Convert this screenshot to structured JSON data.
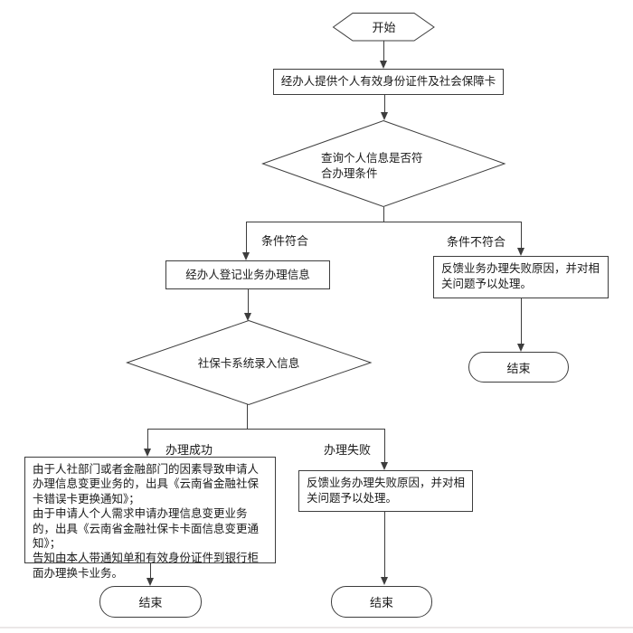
{
  "nodes": {
    "start": {
      "label": "开始"
    },
    "provide_documents": {
      "label": "经办人提供个人有效身份证件及社会保障卡"
    },
    "check_info": {
      "label": "查询个人信息是否符合办理条件"
    },
    "register_info": {
      "label": "经办人登记业务办理信息"
    },
    "feedback_condition": {
      "label": "反馈业务办理失败原因，并对相关问题予以处理。"
    },
    "end_condition": {
      "label": "结束"
    },
    "card_system_entry": {
      "label": "社保卡系统录入信息"
    },
    "success_notice": {
      "line1": "由于人社部门或者金融部门的因素导致申请人办理信息变更业务的，出具《云南省金融社保卡错误卡更换通知》；",
      "line2": "由于申请人个人需求申请办理信息变更业务的，出具《云南省金融社保卡卡面信息变更通知》；",
      "line3": "告知由本人带通知单和有效身份证件到银行柜面办理换卡业务。"
    },
    "feedback_failure": {
      "label": "反馈业务办理失败原因，并对相关问题予以处理。"
    },
    "end_success": {
      "label": "结束"
    },
    "end_failure": {
      "label": "结束"
    }
  },
  "edge_labels": {
    "condition_met": "条件符合",
    "condition_not_met": "条件不符合",
    "process_success": "办理成功",
    "process_failure": "办理失败"
  },
  "colors": {
    "line": "#3d3d3d",
    "text": "#1a1a1a",
    "background": "#ffffff",
    "footer_rule": "#ebe7e7"
  }
}
